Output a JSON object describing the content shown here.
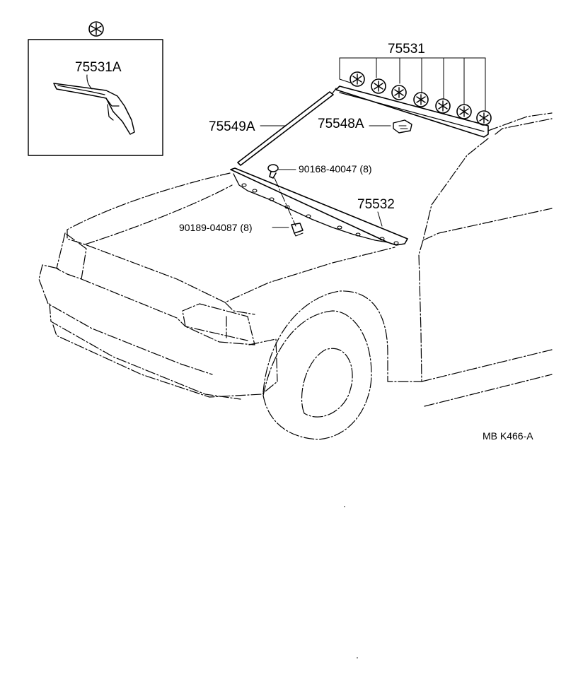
{
  "callouts": {
    "p75531A": "75531A",
    "p75531": "75531",
    "p75549A": "75549A",
    "p75548A": "75548A",
    "p90168": "90168-40047 (8)",
    "p75532": "75532",
    "p90189": "90189-04087 (8)"
  },
  "footer_code": "MB  K466-A",
  "symbols": {
    "clip_symbol": "asterisk-circle-icon",
    "clip_count_75531": 7
  }
}
